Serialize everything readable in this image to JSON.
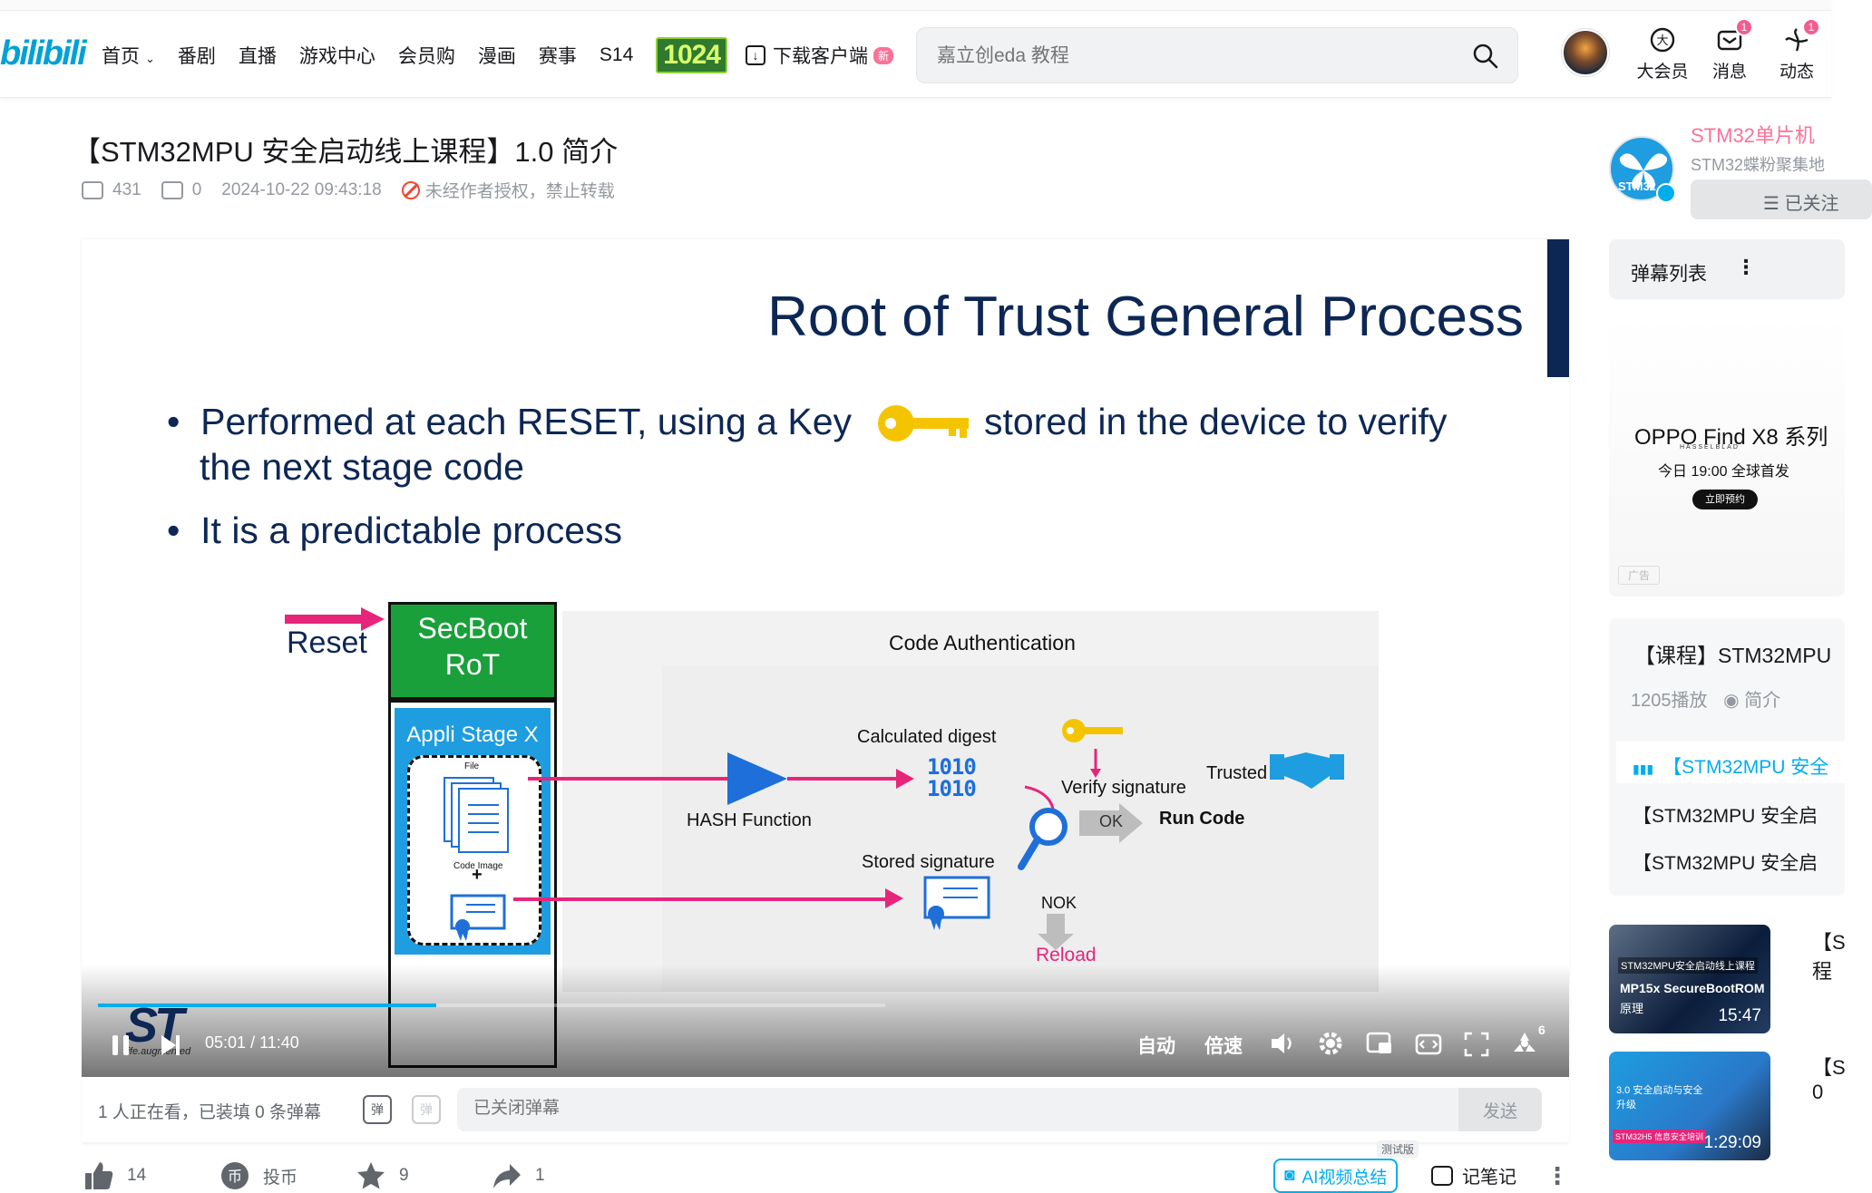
{
  "header": {
    "logo": "bilibili",
    "nav": [
      {
        "label": "首页",
        "has_dropdown": true
      },
      {
        "label": "番剧"
      },
      {
        "label": "直播"
      },
      {
        "label": "游戏中心"
      },
      {
        "label": "会员购"
      },
      {
        "label": "漫画"
      },
      {
        "label": "赛事"
      },
      {
        "label": "S14"
      }
    ],
    "badge_1024": "1024",
    "download_label": "下载客户端",
    "download_new": "新",
    "search_placeholder": "嘉立创eda 教程",
    "icons": [
      {
        "label": "大会员",
        "icon": "vip-icon",
        "count": ""
      },
      {
        "label": "消息",
        "icon": "message-icon",
        "count": "1"
      },
      {
        "label": "动态",
        "icon": "dynamic-icon",
        "count": "1"
      }
    ]
  },
  "video": {
    "title": "【STM32MPU 安全启动线上课程】1.0 简介",
    "views": "431",
    "danmaku_count": "0",
    "date": "2024-10-22 09:43:18",
    "copyright": "未经作者授权，禁止转载"
  },
  "slide": {
    "title": "Root of Trust General Process",
    "bullet1_a": "Performed at each RESET, using a Key",
    "bullet1_b": "stored in the device to verify",
    "bullet1_c": "the next stage code",
    "bullet2": "It is a predictable process",
    "reset": "Reset",
    "secboot_line1": "SecBoot",
    "secboot_line2": "RoT",
    "appli_stage": "Appli Stage X",
    "file": "File",
    "code_image": "Code Image",
    "code_auth": "Code Authentication",
    "calc_digest": "Calculated digest",
    "digits_line1": "1010",
    "digits_line2": "1010",
    "hash_fn": "HASH Function",
    "verify_sig": "Verify signature",
    "trusted": "Trusted",
    "ok": "OK",
    "run_code": "Run Code",
    "stored_sig": "Stored signature",
    "nok": "NOK",
    "reload": "Reload",
    "st_logo": "ST",
    "st_sub": "life.augmented"
  },
  "player": {
    "time_current": "05:01",
    "time_sep": "/",
    "time_total": "11:40",
    "progress": 0.43,
    "auto_label": "自动",
    "speed_label": "倍速",
    "corner_num": "6"
  },
  "danmaku_bar": {
    "info": "1 人正在看，已装填 0 条弹幕",
    "placeholder": "已关闭弹幕",
    "send": "发送",
    "icon1": "弹",
    "icon2": "弹"
  },
  "actions": {
    "like": "14",
    "coin": "投币",
    "fav": "9",
    "share": "1",
    "ai_summary": "AI视频总结",
    "beta": "测试版",
    "note": "记笔记"
  },
  "sidebar": {
    "up_name": "STM32单片机",
    "up_desc": "STM32蝶粉聚集地",
    "up_avatar_text": "STM32",
    "follow": "☰ 已关注",
    "danmaku_list": "弹幕列表",
    "ad_title": "OPPO Find X8 系列",
    "ad_brand": "HASSELBLAD",
    "ad_sub": "今日 19:00 全球首发",
    "ad_btn": "立即预约",
    "ad_tag": "广告",
    "playlist_title": "【课程】STM32MPU",
    "playlist_plays": "1205播放",
    "playlist_intro": "简介",
    "playlist_items": [
      "【STM32MPU 安全",
      "【STM32MPU 安全启",
      "【STM32MPU 安全启"
    ],
    "rec1_line1": "STM32MPU安全启动线上课程",
    "rec1_line2": "MP15x SecureBootROM",
    "rec1_line3": "原理",
    "rec1_dur": "15:47",
    "rec1_title_a": "【S",
    "rec1_title_b": "程",
    "rec2_line1": "3.0 安全启动与安全",
    "rec2_line2": "升级",
    "rec2_tag": "STM32H5 信息安全培训",
    "rec2_dur": "1:29:09",
    "rec2_title_a": "【S",
    "rec2_title_b": "0"
  },
  "colors": {
    "accent": "#00aeec",
    "pink": "#fb7299",
    "st_navy": "#0d2755",
    "green": "#1aa03a",
    "magenta": "#e6257b"
  }
}
